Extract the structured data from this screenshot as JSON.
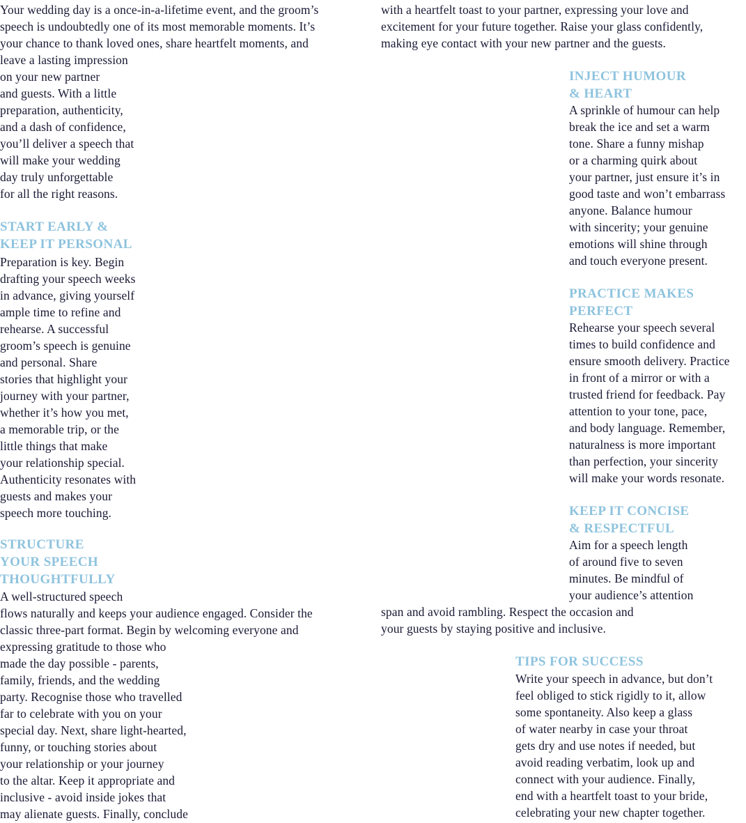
{
  "colors": {
    "background": "#ffffff",
    "heading": "#8ec3de",
    "body_text": "#191935"
  },
  "article": {
    "left_column": {
      "intro_paragraph": "Your wedding day is a once-in-a-lifetime event, and the groom’s\nspeech is undoubtedly one of its most memorable moments. It’s\nyour chance to thank loved ones, share heartfelt moments, and\nleave a lasting impression\non your new partner\nand guests. With a little\npreparation, authenticity,\nand a dash of confidence,\nyou’ll deliver a speech that\nwill make your wedding\nday truly unforgettable\nfor all the right reasons.",
      "start_early": {
        "heading": "START EARLY &\nKEEP IT PERSONAL",
        "paragraph": "Preparation is key. Begin\ndrafting your speech weeks\nin advance, giving yourself\nample time to refine and\nrehearse. A successful\ngroom’s speech is genuine\nand personal. Share\nstories that highlight your\njourney with your partner,\nwhether it’s how you met,\na memorable trip, or the\nlittle things that make\nyour relationship special.\nAuthenticity resonates with\nguests and makes your\nspeech more touching."
      },
      "structure": {
        "heading": "STRUCTURE\nYOUR SPEECH\nTHOUGHTFULLY",
        "paragraph": "A well-structured speech\nflows naturally and keeps your audience engaged. Consider the\nclassic three-part format. Begin by welcoming everyone and\nexpressing gratitude to those who\nmade the day possible - parents,\nfamily, friends, and the wedding\nparty. Recognise those who travelled\nfar to celebrate with you on your\nspecial day. Next, share light-hearted,\nfunny, or touching stories about\nyour relationship or your journey\nto the altar. Keep it appropriate and\ninclusive - avoid inside jokes that\nmay alienate guests. Finally, conclude"
      }
    },
    "right_column": {
      "structure_continuation": "with a heartfelt toast to your partner, expressing your love and\nexcitement for your future together. Raise your glass confidently,\nmaking eye contact with your new partner and the guests.",
      "inject_humour": {
        "heading": "INJECT HUMOUR\n& HEART",
        "paragraph": "A sprinkle of humour can help\nbreak the ice and set a warm\ntone. Share a funny mishap\nor a charming quirk about\nyour partner, just ensure it’s in\ngood taste and won’t embarrass\nanyone. Balance humour\nwith sincerity; your genuine\nemotions will shine through\nand touch everyone present."
      },
      "practice": {
        "heading": "PRACTICE MAKES\nPERFECT",
        "paragraph": "Rehearse your speech several\ntimes to build confidence and\nensure smooth delivery. Practice\nin front of a mirror or with a\ntrusted friend for feedback. Pay\nattention to your tone, pace,\nand body language. Remember,\nnaturalness is more important\nthan perfection, your sincerity\nwill make your words resonate."
      },
      "concise": {
        "heading": "KEEP IT CONCISE\n& RESPECTFUL",
        "paragraph_indented": "Aim for a speech length\nof around five to seven\nminutes. Be mindful of\nyour audience’s attention",
        "paragraph_full_width": "span and avoid rambling. Respect the occasion and\nyour guests by staying positive and inclusive."
      },
      "tips": {
        "heading": "TIPS FOR SUCCESS",
        "paragraph": "Write your speech in advance, but don’t\nfeel obliged to stick rigidly to it, allow\nsome spontaneity. Also keep a glass\nof water nearby in case your throat\ngets dry and use notes if needed, but\navoid reading verbatim, look up and\nconnect with your audience. Finally,\nend with a heartfelt toast to your bride,\ncelebrating your new chapter together."
      }
    }
  }
}
